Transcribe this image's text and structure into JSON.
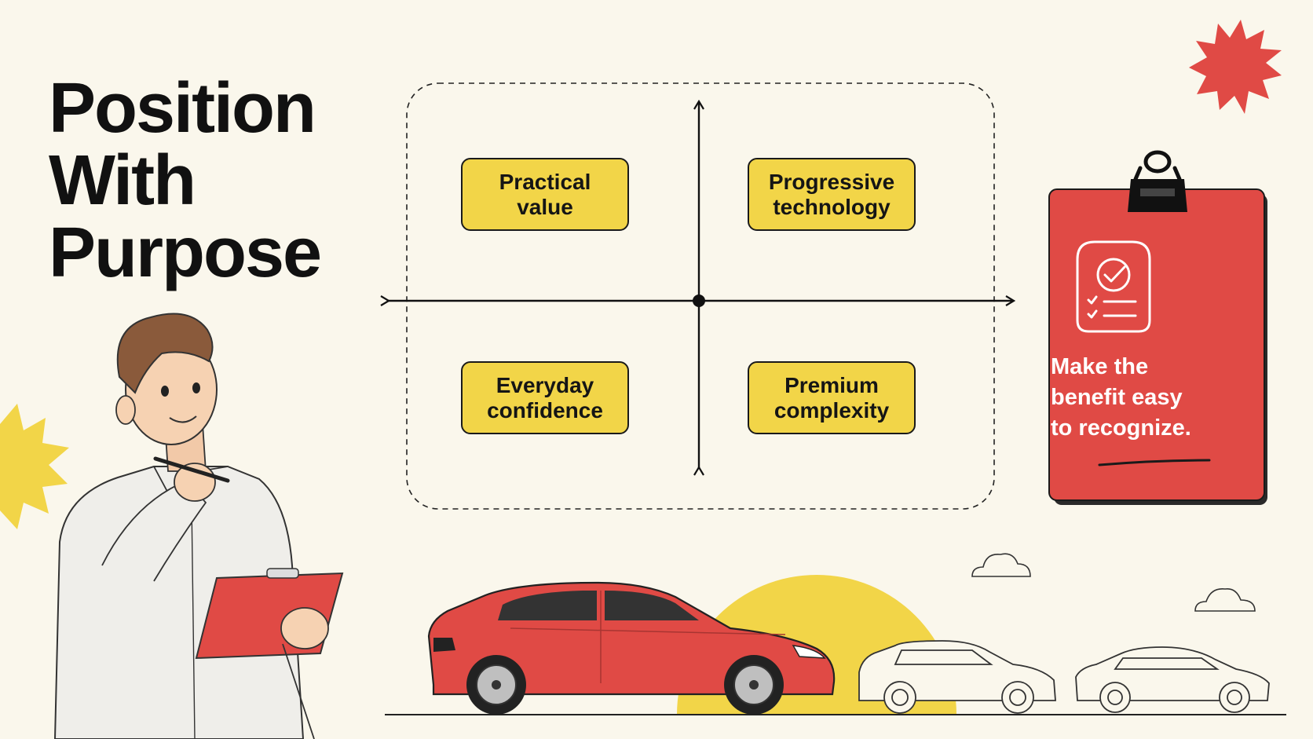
{
  "slide": {
    "title_lines": [
      "Position",
      "With",
      "Purpose"
    ]
  },
  "matrix": {
    "quadrants": [
      {
        "id": "top-left",
        "label": "Practical\nvalue"
      },
      {
        "id": "top-right",
        "label": "Progressive\ntechnology"
      },
      {
        "id": "bottom-left",
        "label": "Everyday\nconfidence"
      },
      {
        "id": "bottom-right",
        "label": "Premium\ncomplexity"
      }
    ]
  },
  "clipboard_note": {
    "text": "Make the\nbenefit easy\nto recognize.",
    "icon": "checklist-icon"
  },
  "colors": {
    "background": "#faf7ec",
    "accent_yellow": "#f2d548",
    "accent_red": "#e04a45",
    "ink": "#111111"
  }
}
